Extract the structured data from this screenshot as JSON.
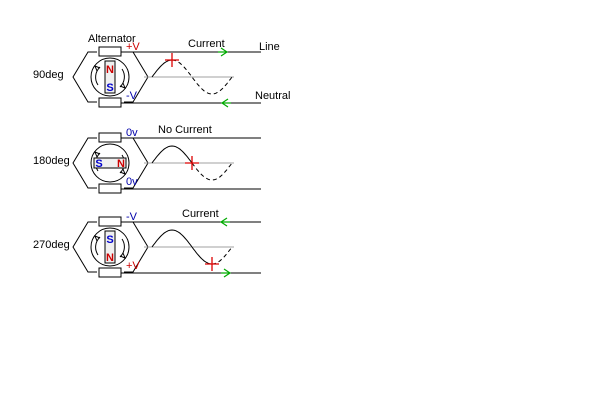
{
  "alternator_label": "Alternator",
  "line_label": "Line",
  "neutral_label": "Neutral",
  "colors": {
    "wire": "#000000",
    "dashed_wave": "#000000",
    "baseline": "#a0a0a0",
    "arrow": "#00aa00",
    "marker": "#dd0000",
    "pole_n": "#cc0000",
    "pole_s": "#0000cc",
    "positive_text": "#cc0000",
    "negative_text": "#0000aa",
    "zero_text": "#0000aa"
  },
  "panels": [
    {
      "angle_label": "90deg",
      "top_voltage": "+V",
      "bottom_voltage": "-V",
      "current_label": "Current",
      "magnet": "vertical",
      "top_pole": "N",
      "bottom_pole": "S",
      "marker_phase_deg": 90,
      "line_arrow": "right",
      "neutral_arrow": "left"
    },
    {
      "angle_label": "180deg",
      "top_voltage": "0v",
      "bottom_voltage": "0v",
      "current_label": "No Current",
      "magnet": "horizontal",
      "left_pole": "S",
      "right_pole": "N",
      "marker_phase_deg": 180,
      "line_arrow": "none",
      "neutral_arrow": "none"
    },
    {
      "angle_label": "270deg",
      "top_voltage": "-V",
      "bottom_voltage": "+V",
      "current_label": "Current",
      "magnet": "vertical",
      "top_pole": "S",
      "bottom_pole": "N",
      "marker_phase_deg": 270,
      "line_arrow": "left",
      "neutral_arrow": "right"
    }
  ]
}
